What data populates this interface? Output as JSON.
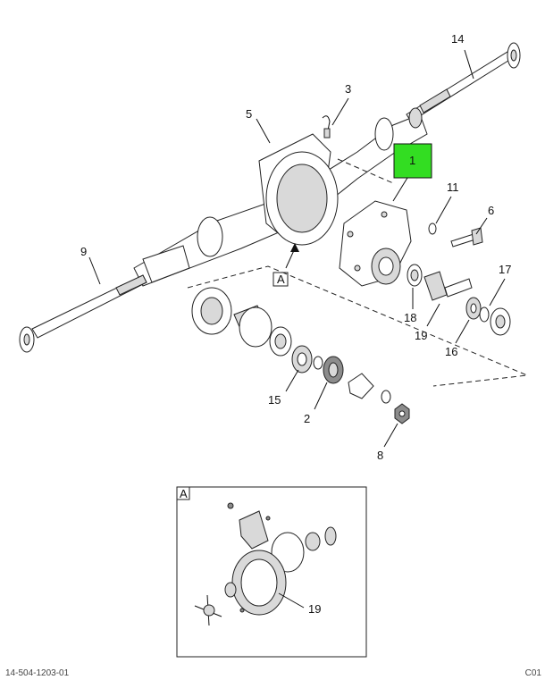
{
  "callouts": {
    "c1": "1",
    "c2": "2",
    "c3": "3",
    "c5": "5",
    "c6": "6",
    "c8": "8",
    "c9": "9",
    "c11": "11",
    "c14": "14",
    "c15": "15",
    "c16": "16",
    "c17": "17",
    "c18": "18",
    "c19": "19",
    "cA": "A"
  },
  "detail": {
    "label": "A",
    "callout": "19"
  },
  "colors": {
    "highlight": "#33dd22"
  },
  "footer": {
    "left": "14-504-1203-01",
    "right": "C01"
  }
}
